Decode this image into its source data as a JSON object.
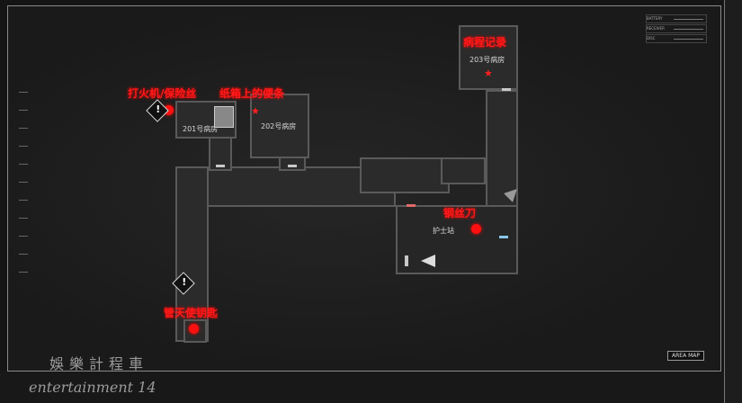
{
  "status_panel": {
    "items": [
      "BATTERY",
      "RECEIVER",
      "DISC"
    ]
  },
  "rooms": {
    "r201": "201号病房",
    "r202": "202号病房",
    "r203": "203号病房",
    "nurse": "护士站"
  },
  "items": {
    "lighter_fuse": "打火机/保险丝",
    "note": "纸箱上的便条",
    "record": "病程记录",
    "wire_cutter": "钢丝刀",
    "key": "管天使钥匙"
  },
  "warn_glyph": "!",
  "area_map_button": "AREA MAP",
  "watermark": {
    "line1": "娛樂計程車",
    "line2": "entertainment 14"
  }
}
